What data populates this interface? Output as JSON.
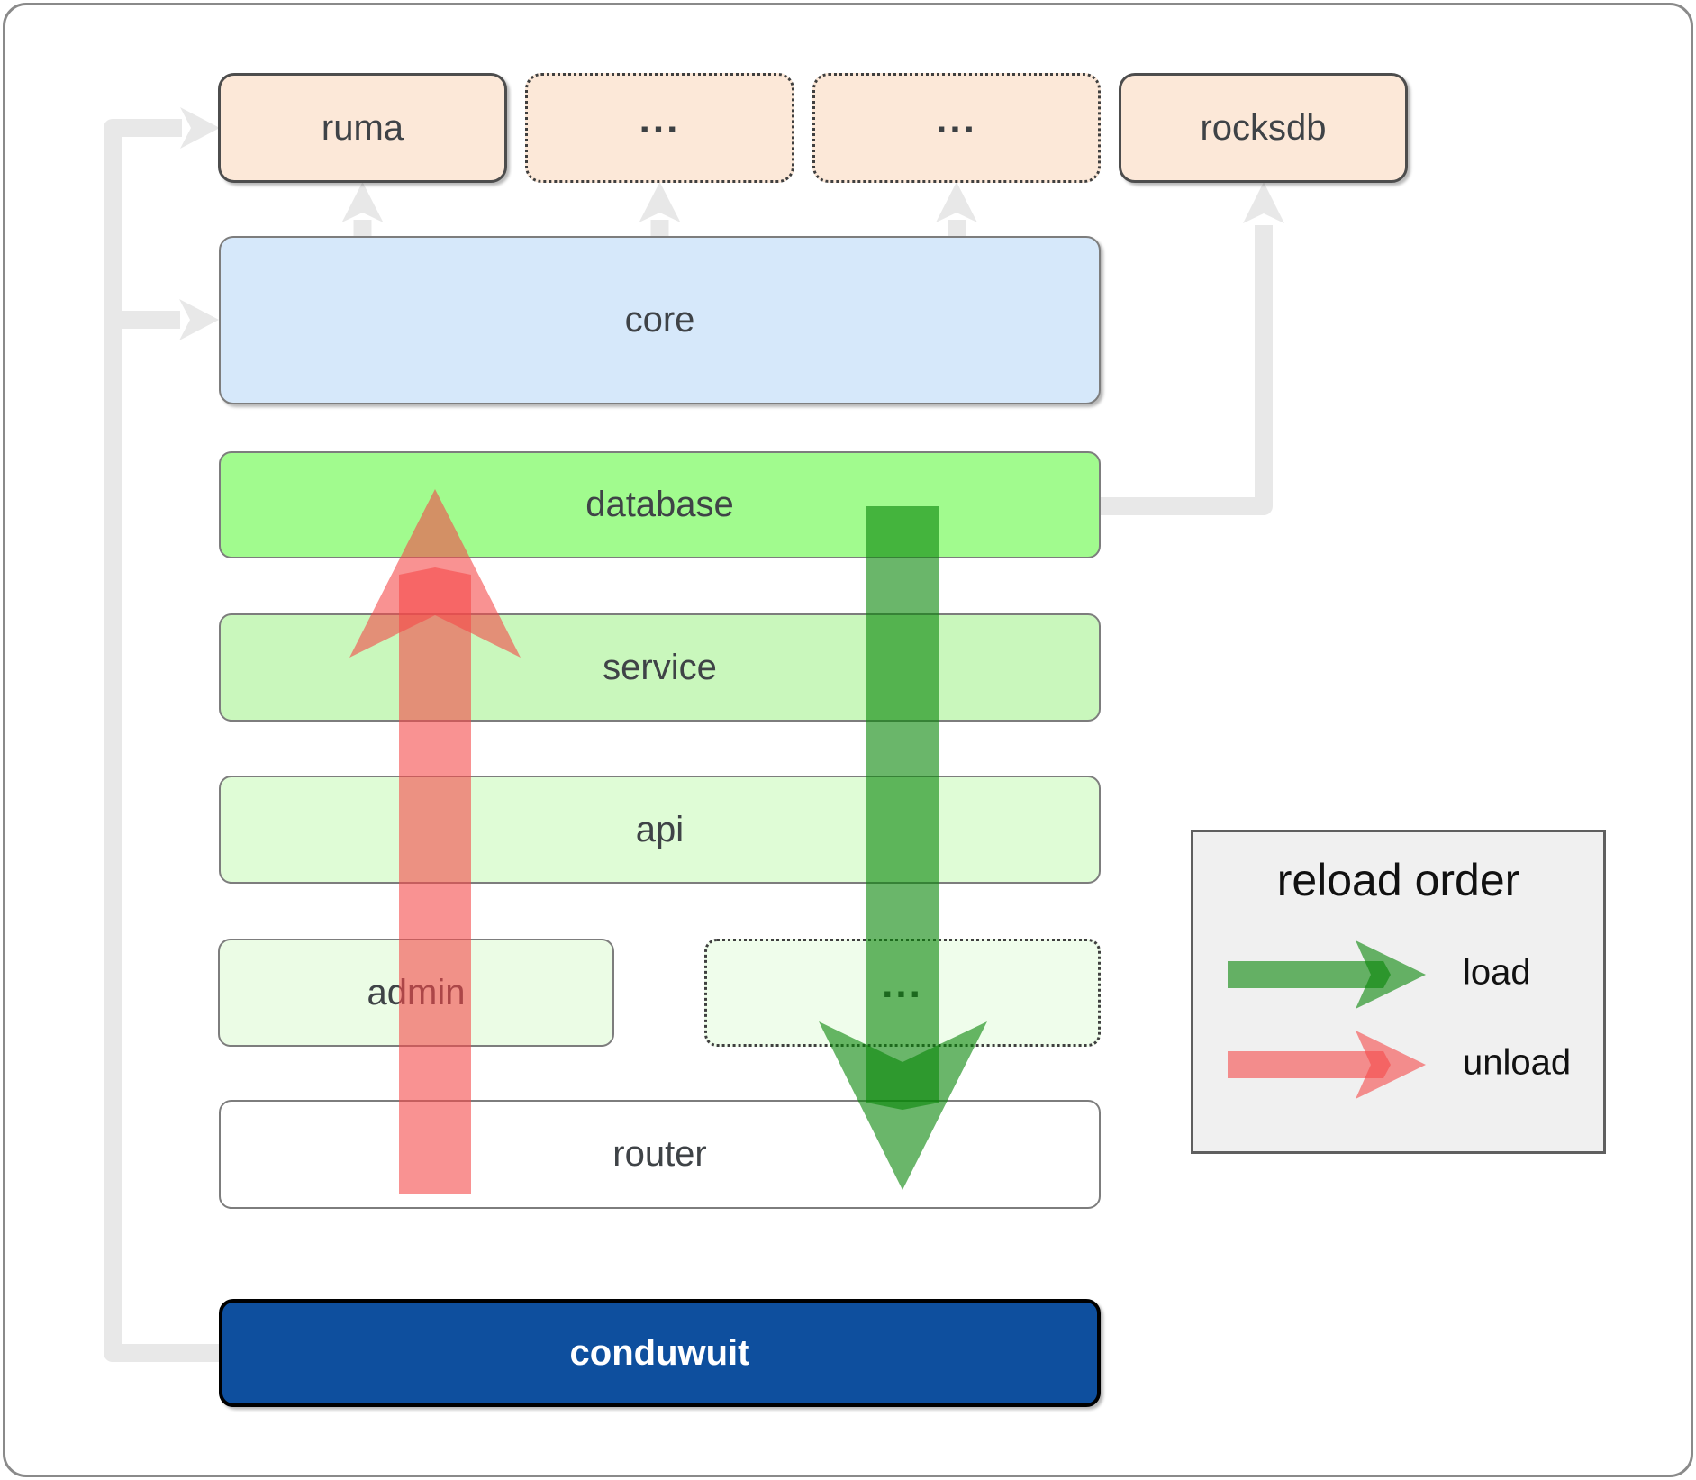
{
  "diagram": {
    "top_row": {
      "ruma": {
        "label": "ruma"
      },
      "dots1": {
        "label": "..."
      },
      "dots2": {
        "label": "..."
      },
      "rocksdb": {
        "label": "rocksdb"
      }
    },
    "layers": {
      "core": {
        "label": "core"
      },
      "database": {
        "label": "database"
      },
      "service": {
        "label": "service"
      },
      "api": {
        "label": "api"
      },
      "admin": {
        "label": "admin"
      },
      "admin_dots": {
        "label": "..."
      },
      "router": {
        "label": "router"
      },
      "conduwuit": {
        "label": "conduwuit"
      }
    }
  },
  "legend": {
    "title": "reload order",
    "load_label": "load",
    "unload_label": "unload"
  },
  "colors": {
    "connector_gray": "#e8e8e8",
    "load_green": "#078507",
    "unload_red": "#f54949",
    "peach_fill": "#fce8d8",
    "core_blue": "#d6e8fa",
    "database_green": "#a1fb8e",
    "service_green": "#c9f7bc",
    "api_green": "#dffcd6",
    "admin_green": "#ebfce5",
    "router_fill": "#ffffff",
    "conduwuit_blue": "#0e4f9e",
    "legend_bg": "#f0f0f0",
    "label_text": "#3f4347",
    "box_border_gray": "#7d7d7d",
    "dark_border": "#4d4d4d"
  }
}
